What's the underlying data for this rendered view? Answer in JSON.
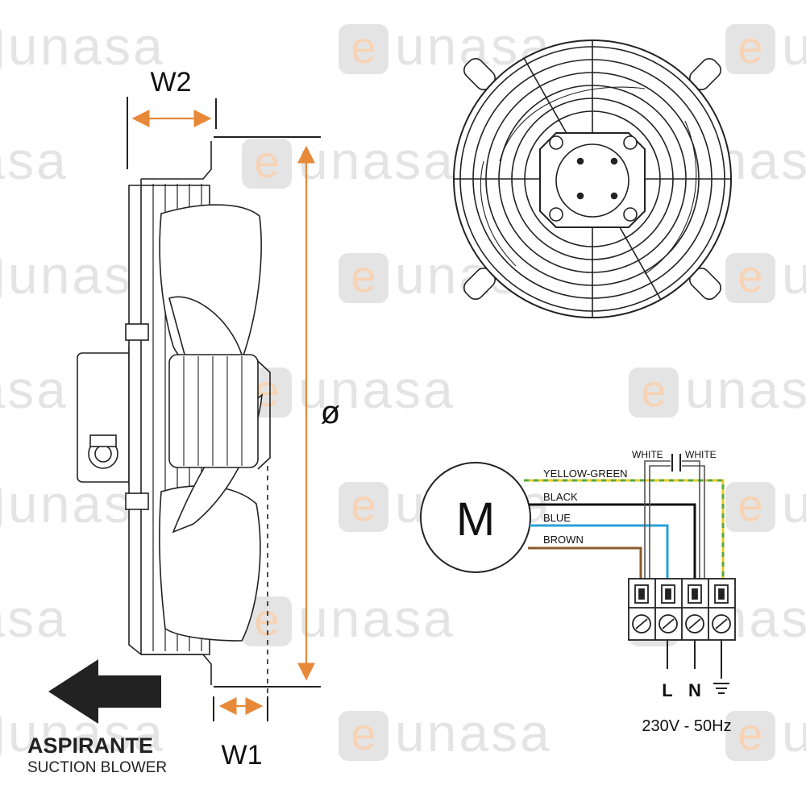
{
  "watermark": {
    "brand": "unasa",
    "prefix_glyph": "e"
  },
  "dimensions": {
    "w2": "W2",
    "w1": "W1",
    "diameter": "ø"
  },
  "direction": {
    "title": "ASPIRANTE",
    "subtitle": "SUCTION BLOWER",
    "arrow_icon": "left-arrow-icon"
  },
  "wiring": {
    "motor_label": "M",
    "wires": [
      {
        "label": "YELLOW-GREEN",
        "color": "#8fb83a"
      },
      {
        "label": "BLACK",
        "color": "#111111"
      },
      {
        "label": "BLUE",
        "color": "#2a9fd6"
      },
      {
        "label": "BROWN",
        "color": "#8a5a2b"
      }
    ],
    "capacitor_labels": [
      "WHITE",
      "WHITE"
    ],
    "terminals": [
      "L",
      "N"
    ],
    "earth_icon": "ground-icon",
    "supply": "230V - 50Hz"
  },
  "colors": {
    "dimension_accent": "#e8893a",
    "watermark_gray": "#e4e4e4",
    "watermark_orange": "#f7d3b5"
  }
}
